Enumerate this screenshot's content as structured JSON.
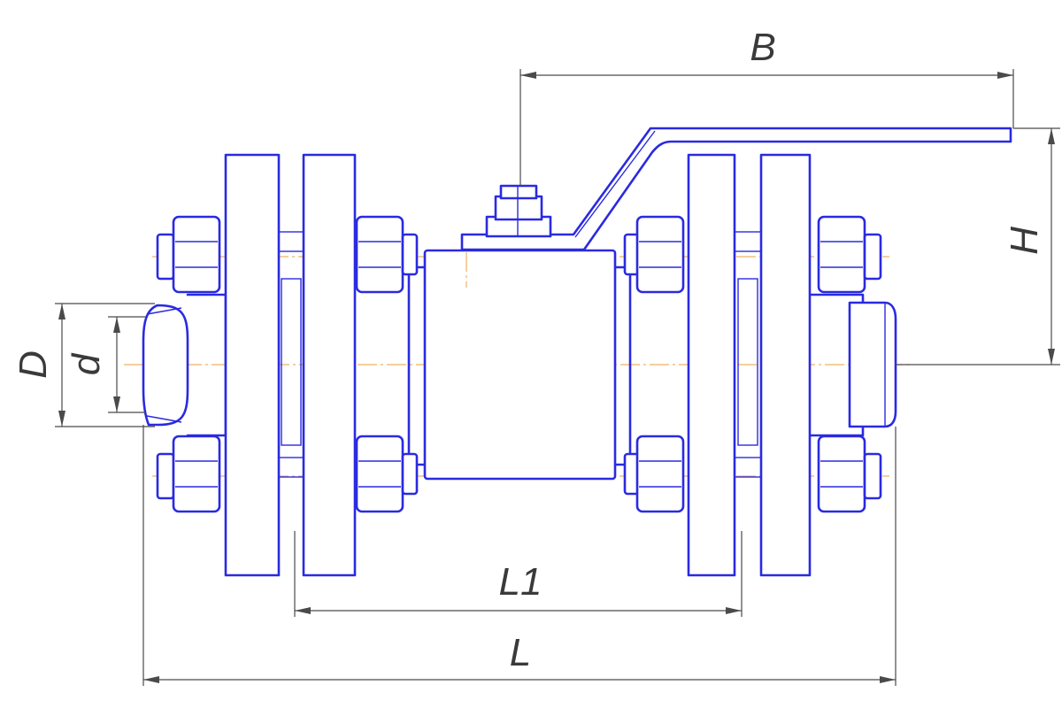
{
  "labels": {
    "B": "B",
    "H": "H",
    "D": "D",
    "d": "d",
    "L1": "L1",
    "L": "L"
  },
  "colors": {
    "outline": "#2a2ae0",
    "dimension": "#4a4a4a",
    "centerline": "#f0b060"
  }
}
